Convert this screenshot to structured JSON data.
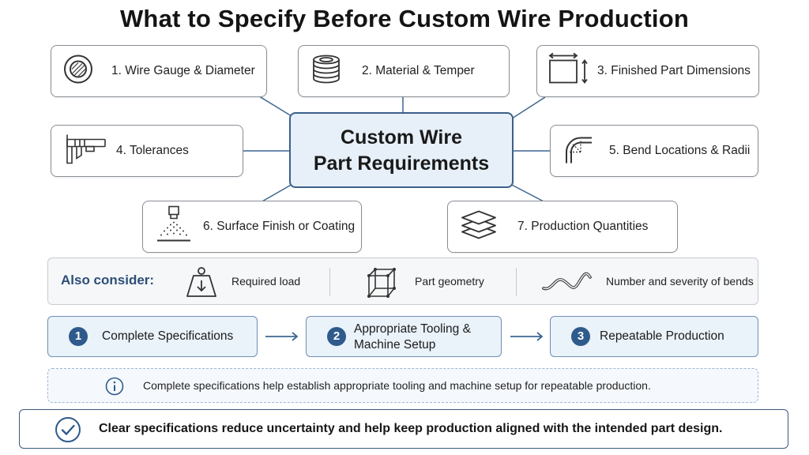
{
  "title": "What to Specify Before Custom Wire Production",
  "center": {
    "line1": "Custom Wire",
    "line2": "Part Requirements"
  },
  "requirements": [
    {
      "label": "1. Wire Gauge & Diameter",
      "icon": "wire-cross-section-icon"
    },
    {
      "label": "2. Material & Temper",
      "icon": "wire-coil-icon"
    },
    {
      "label": "3. Finished Part Dimensions",
      "icon": "dimensions-icon"
    },
    {
      "label": "4. Tolerances",
      "icon": "caliper-icon"
    },
    {
      "label": "5. Bend Locations & Radii",
      "icon": "bend-radius-icon"
    },
    {
      "label": "6. Surface Finish or Coating",
      "icon": "spray-nozzle-icon"
    },
    {
      "label": "7. Production Quantities",
      "icon": "stacked-layers-icon"
    }
  ],
  "consider": {
    "heading": "Also consider:",
    "items": [
      {
        "label": "Required load",
        "icon": "weight-load-icon"
      },
      {
        "label": "Part geometry",
        "icon": "cube-geometry-icon"
      },
      {
        "label": "Number and severity of bends",
        "icon": "bent-wire-icon"
      }
    ]
  },
  "steps": [
    {
      "num": "1",
      "label": "Complete Specifications"
    },
    {
      "num": "2",
      "label_line1": "Appropriate Tooling &",
      "label_line2": "Machine Setup"
    },
    {
      "num": "3",
      "label": "Repeatable Production"
    }
  ],
  "note": {
    "text": "Complete specifications help establish appropriate tooling and machine setup for repeatable production.",
    "icon": "info-icon"
  },
  "summary": {
    "text": "Clear specifications reduce uncertainty and help keep production aligned with the intended part design.",
    "icon": "check-circle-icon"
  },
  "colors": {
    "accent": "#2f5a8c",
    "center_fill": "#e7f0f9",
    "connector": "#3f6792",
    "step_fill": "#eaf2fa"
  }
}
